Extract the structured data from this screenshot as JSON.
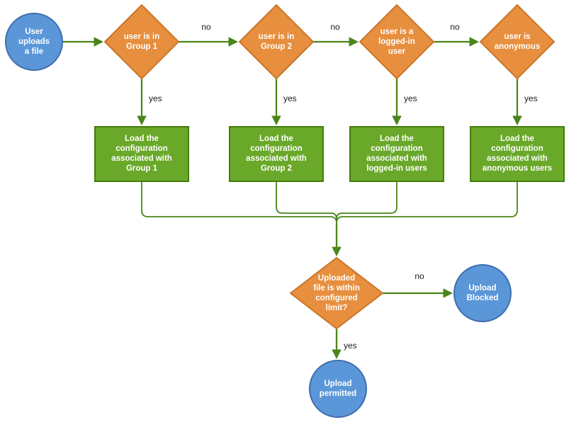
{
  "colors": {
    "background": "#ffffff",
    "edge": "#4a8518",
    "diamond_fill": "#e78f3e",
    "diamond_stroke": "#c9762a",
    "process_fill": "#69a829",
    "process_stroke": "#457c0b",
    "terminal_fill": "#5b97d8",
    "terminal_stroke": "#3f6fae",
    "shape_text": "#ffffff",
    "label_text": "#1a1a1a"
  },
  "nodes": {
    "start": {
      "type": "terminal",
      "label": "User\nuploads\na file"
    },
    "check_group1": {
      "type": "decision",
      "label": "user is in\nGroup 1"
    },
    "check_group2": {
      "type": "decision",
      "label": "user is in\nGroup 2"
    },
    "check_logged_in": {
      "type": "decision",
      "label": "user is a\nlogged-in\nuser"
    },
    "check_anonymous": {
      "type": "decision",
      "label": "user is\nanonymous"
    },
    "load_group1": {
      "type": "process",
      "label": "Load the\nconfiguration\nassociated with\nGroup 1"
    },
    "load_group2": {
      "type": "process",
      "label": "Load the\nconfiguration\nassociated with\nGroup 2"
    },
    "load_logged_in": {
      "type": "process",
      "label": "Load the\nconfiguration\nassociated with\nlogged-in users"
    },
    "load_anonymous": {
      "type": "process",
      "label": "Load the\nconfiguration\nassociated with\nanonymous users"
    },
    "check_limit": {
      "type": "decision",
      "label": "Uploaded\nfile is within\nconfigured\nlimit?"
    },
    "upload_blocked": {
      "type": "terminal",
      "label": "Upload\nBlocked"
    },
    "upload_permitted": {
      "type": "terminal",
      "label": "Upload\npermitted"
    }
  },
  "edge_labels": {
    "group1_no": "no",
    "group2_no": "no",
    "logged_in_no": "no",
    "limit_no": "no",
    "group1_yes": "yes",
    "group2_yes": "yes",
    "logged_in_yes": "yes",
    "anonymous_yes": "yes",
    "limit_yes": "yes"
  }
}
